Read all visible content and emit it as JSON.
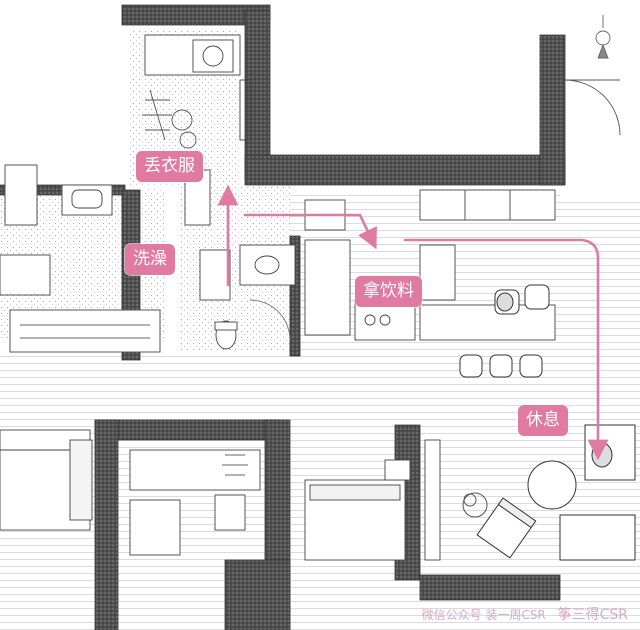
{
  "colors": {
    "accent": "#e07aa0",
    "label_bg": "#e07aa0",
    "label_text": "#ffffff",
    "wall": "#5e5e5e",
    "line": "#3d3d3d",
    "floor_lines": "#cccccc",
    "tile_dots": "#9a9a9a"
  },
  "route_labels": [
    {
      "id": "discard-clothes",
      "text": "丢衣服"
    },
    {
      "id": "shower",
      "text": "洗澡"
    },
    {
      "id": "get-drink",
      "text": "拿饮料"
    },
    {
      "id": "rest",
      "text": "休息"
    }
  ],
  "icons": [
    "north-arrow-icon",
    "washing-machine-icon",
    "toilet-icon",
    "sink-icon",
    "stove-icon",
    "bed-icon",
    "sofa-icon",
    "round-table-icon",
    "armchair-icon",
    "bar-stool-icon",
    "person-icon",
    "plant-icon",
    "rack-icon"
  ],
  "watermark": {
    "text": "微信公众号  装一周CSR",
    "brand": "筝三得CSR"
  }
}
